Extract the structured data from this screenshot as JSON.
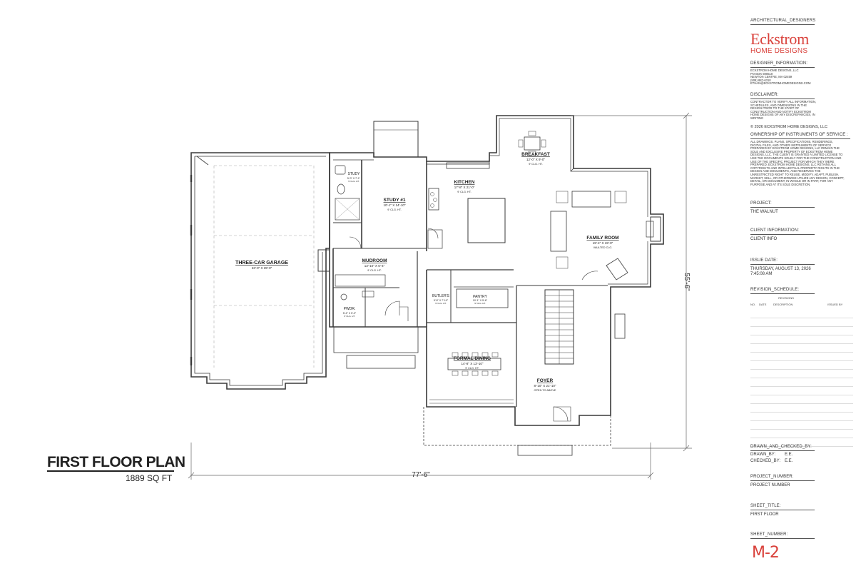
{
  "plan_title": "FIRST FLOOR PLAN",
  "plan_area": "1889 SQ FT",
  "dimensions": {
    "width": "77'-6\"",
    "depth": "55'-6\""
  },
  "rooms": {
    "garage": {
      "name": "THREE-CAR GARAGE",
      "size": "23'-0\" X 39'-0\""
    },
    "study_closet": {
      "name": "STUDY",
      "size": "5'-0\" X 7'-1\"",
      "note": "9' CLG. HT."
    },
    "study1": {
      "name": "STUDY #1",
      "size": "10'-1\" X 14'-10\"",
      "note": "9' CLG. HT."
    },
    "kitchen": {
      "name": "KITCHEN",
      "size": "17'-8\" X 21'-0\"",
      "note": "9' CLG. HT."
    },
    "breakfast": {
      "name": "BREAKFAST",
      "size": "12'-0\" X 9'-0\"",
      "note": "9' CLG. HT."
    },
    "family": {
      "name": "FAMILY ROOM",
      "size": "19'-4\" X 19'-0\"",
      "note": "VAULTED CLG."
    },
    "mudroom": {
      "name": "MUDROOM",
      "size": "13'-10\" X 6'-4\"",
      "note": "9' CLG. HT."
    },
    "pwdr": {
      "name": "PWDR.",
      "size": "5'-2\" X 5'-9\"",
      "note": "9' CLG. HT."
    },
    "butlers": {
      "name": "BUTLER'S",
      "size": "5'-8\" X 7'-10\"",
      "note": "9' CLG. HT."
    },
    "pantry": {
      "name": "PANTRY",
      "size": "10'-1\" X 5'-6\"",
      "note": "9' CLG. HT."
    },
    "dining": {
      "name": "FORMAL DINING",
      "size": "14'-8\" X 13'-10\"",
      "note": "9' CLG. HT."
    },
    "foyer": {
      "name": "FOYER",
      "size": "8'-10\" X 21'-10\"",
      "note": "OPEN TO ABOVE"
    }
  },
  "title_block": {
    "architectural_label": "ARCHITECTURAL_DESIGNERS",
    "brand_name": "Eckstrom",
    "brand_sub": "HOME DESIGNS",
    "designer_label": "DESIGNER_INFORMATION:",
    "designer_lines": [
      "ECKSTROM HOME DESIGNS, LLC",
      "PO BOX 590510",
      "NEWTON CENTRE, MA 02459",
      "(508) 887-6310",
      "ETHAN@ECKSTROMHOMEDESIGNS.COM"
    ],
    "disclaimer_label": "DISCLAIMER:",
    "disclaimer_text": "CONTRACTOR TO VERIFY ALL INFORMATION, SCHEDULES, AND DIMENSIONS IN THE DESIGN PRIOR TO THE START OF CONSTRUCTION AND NOTIFY ECKSTROM HOME DESIGNS OF ANY DISCREPANCIES, IN WRITING",
    "copyright": "© 2026 ECKSTROM HOME DESIGNS, LLC",
    "ownership_label": "OWNERSHIP OF INSTRUMENTS OF SERVICE :",
    "ownership_text": "ALL DRAWINGS, PLANS, SPECIFICATIONS, RENDERINGS, DIGITAL FILES, AND OTHER INSTRUMENTS OF SERVICE PREPARED BY ECKSTROM HOME DESIGNS, LLC REMAIN THE SOLE AND EXCLUSIVE PROPERTY OF ECKSTROM HOME DESIGNS, LLC. THE CLIENT IS GRANTED A LIMITED LICENSE TO USE THE DOCUMENTS SOLELY FOR THE CONSTRUCTION AND USE OF THE SPECIFIC PROJECT FOR WHICH THEY WERE PREPARED. ECKSTROM HOME DESIGNS, LLC RETAINS ALL COPYRIGHTS AND INTELLECTUAL PROPERTY RIGHTS IN THE DESIGN AND DOCUMENTS, AND RESERVES THE UNRESTRICTED RIGHT TO REUSE, MODIFY, ADAPT, PUBLISH, MARKET, SELL, OR OTHERWISE UTILIZE ANY DESIGN, CONCEPT, DETAIL, OR DOCUMENT, IN WHOLE OR IN PART, FOR ANY PURPOSE AND AT ITS SOLE DISCRETION.",
    "project_label": "PROJECT:",
    "project_value": "THE WALNUT",
    "client_label": "CLIENT INFORMATION:",
    "client_value": "CLIENT INFO",
    "issue_label": "ISSUE DATE:",
    "issue_date": "THURSDAY, AUGUST 13, 2026",
    "issue_time": "7:45:08 AM",
    "revision_label": "REVISION_SCHEDULE:",
    "revision_cols": {
      "top": "REVISIONS",
      "no": "NO.",
      "date": "DATE",
      "desc": "DESCRIPTION",
      "by": "ISSUED BY"
    },
    "drawn_label": "DRAWN_AND_CHECKED_BY:",
    "drawn_by_label": "DRAWN_BY:",
    "drawn_by": "E.E.",
    "checked_by_label": "CHECKED_BY:",
    "checked_by": "E.E.",
    "project_number_label": "PROJECT_NUMBER:",
    "project_number": "PROJECT NUMBER",
    "sheet_title_label": "SHEET_TITLE:",
    "sheet_title": "FIRST FLOOR",
    "sheet_number_label": "SHEET_NUMBER:",
    "sheet_number": "M-2"
  }
}
